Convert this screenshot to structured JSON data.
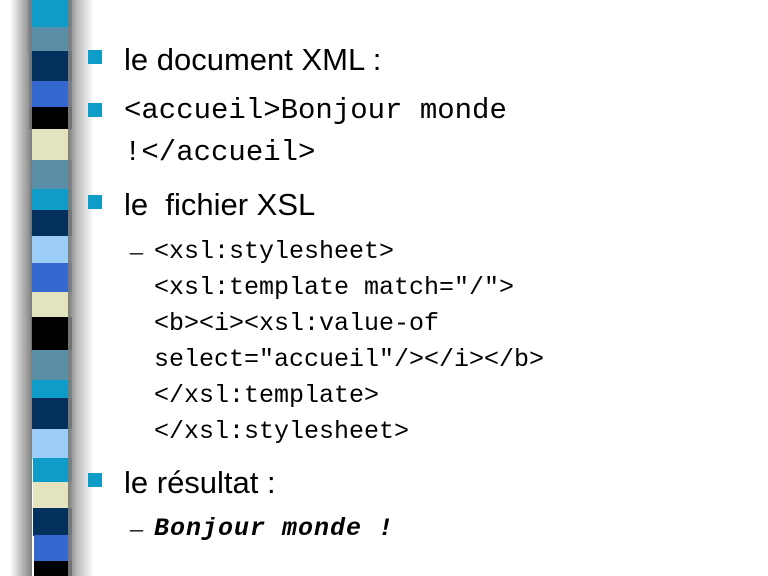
{
  "slide": {
    "background_color": "#ffffff",
    "text_color": "#000000",
    "bullet_color": "#0e9dc8",
    "decoration": {
      "name": "vertical-stripe-band",
      "stripe_colors": [
        "#0e9dc8",
        "#5b8fa8",
        "#04305e",
        "#3568ce",
        "#000000",
        "#e3e3bf",
        "#5b8fa8",
        "#0e9dc8",
        "#04305e",
        "#9bcdf7",
        "#3568ce",
        "#e3e3bf",
        "#000000",
        "#5b8fa8",
        "#0e9dc8",
        "#04305e",
        "#9bcdf7",
        "#0e9dc8",
        "#e3e3bf",
        "#04305e",
        "#3568ce",
        "#000000"
      ]
    },
    "blocks": [
      {
        "level": 1,
        "marker": "square-bullet",
        "font": "sans",
        "lines": [
          "le document XML :"
        ]
      },
      {
        "level": 1,
        "marker": "square-bullet",
        "font": "mono",
        "lines": [
          "<accueil>Bonjour monde",
          "!</accueil>"
        ]
      },
      {
        "level": 1,
        "marker": "square-bullet",
        "font": "sans",
        "lines": [
          "le  fichier XSL"
        ]
      },
      {
        "level": 2,
        "marker": "dash",
        "dash_glyph": "–",
        "font": "mono",
        "lines": [
          "<xsl:stylesheet>",
          "<xsl:template match=\"/\">",
          "<b><i><xsl:value-of",
          "select=\"accueil\"/></i></b>",
          "</xsl:template>",
          "</xsl:stylesheet>"
        ]
      },
      {
        "level": 1,
        "marker": "square-bullet",
        "font": "sans",
        "lines": [
          "le résultat :"
        ]
      },
      {
        "level": 2,
        "marker": "dash",
        "dash_glyph": "–",
        "font": "mono-bold-italic",
        "lines": [
          "Bonjour monde !"
        ]
      }
    ]
  }
}
